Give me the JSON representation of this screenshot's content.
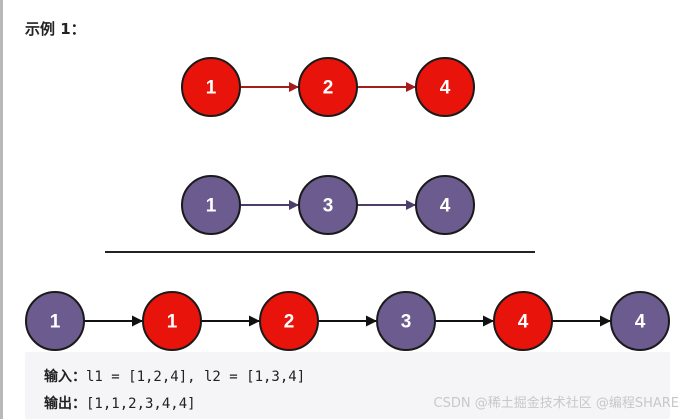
{
  "heading": "示例 1：",
  "colors": {
    "red_fill": "#e8130a",
    "red_arrow": "#a51c1c",
    "purple_fill": "#6b5b8e",
    "purple_arrow": "#4b3e6b",
    "result_arrow": "#111111",
    "node_stroke": "#1a1a1a",
    "divider": "#222222"
  },
  "lists": {
    "l1": {
      "values": [
        "1",
        "2",
        "4"
      ],
      "color": "red"
    },
    "l2": {
      "values": [
        "1",
        "3",
        "4"
      ],
      "color": "purple"
    },
    "merged": {
      "values": [
        "1",
        "1",
        "2",
        "3",
        "4",
        "4"
      ],
      "colors": [
        "purple",
        "red",
        "red",
        "purple",
        "red",
        "purple"
      ]
    }
  },
  "example": {
    "input_label": "输入：",
    "input_value": "l1 = [1,2,4], l2 = [1,3,4]",
    "output_label": "输出：",
    "output_value": "[1,1,2,3,4,4]"
  },
  "watermark": "CSDN @稀土掘金技术社区 @编程SHARE"
}
